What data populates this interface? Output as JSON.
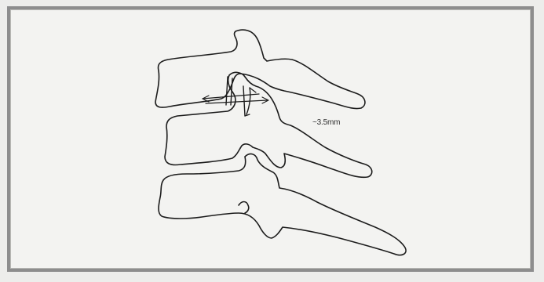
{
  "diagram": {
    "measurement_label": "~3.5mm",
    "vertebrae": [
      "upper-vertebra",
      "middle-vertebra",
      "lower-vertebra"
    ]
  }
}
